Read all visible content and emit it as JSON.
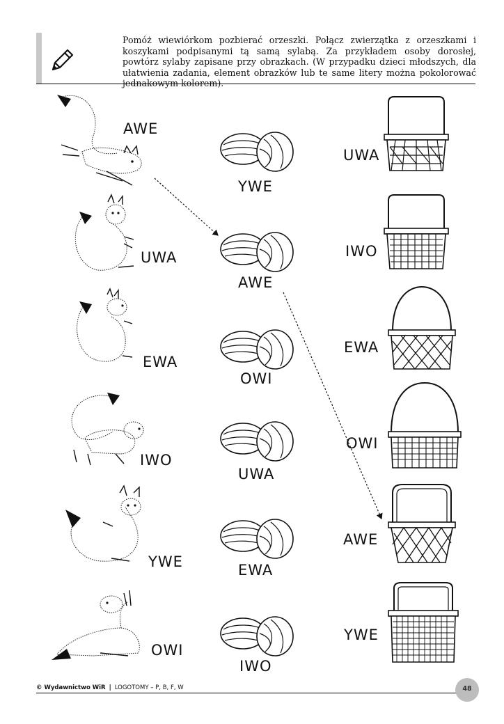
{
  "instructions": "Pomóż wiewiórkom pozbierać orzeszki. Połącz zwierzątka z orzeszkami i koszykami podpisanymi tą samą sylabą. Za przykładem osoby dorosłej, powtórz sylaby zapisane przy obrazkach. (W przypadku dzieci młodszych, dla ułatwienia zadania, element obrazków lub te same litery można pokolorować jednakowym kolorem).",
  "squirrels": [
    "AWE",
    "UWA",
    "EWA",
    "IWO",
    "YWE",
    "OWI"
  ],
  "nuts": [
    "YWE",
    "AWE",
    "OWI",
    "UWA",
    "EWA",
    "IWO"
  ],
  "baskets": [
    "UWA",
    "IWO",
    "EWA",
    "OWI",
    "AWE",
    "YWE"
  ],
  "footer": {
    "publisher": "© Wydawnictwo WiR",
    "separator": "|",
    "title": "LOGOTOMY – P, B, F, W",
    "page": "48"
  },
  "icons": {
    "header": "pencil-icon",
    "animal": "squirrel-icon",
    "nut": "walnut-icon",
    "basket": "basket-icon"
  }
}
